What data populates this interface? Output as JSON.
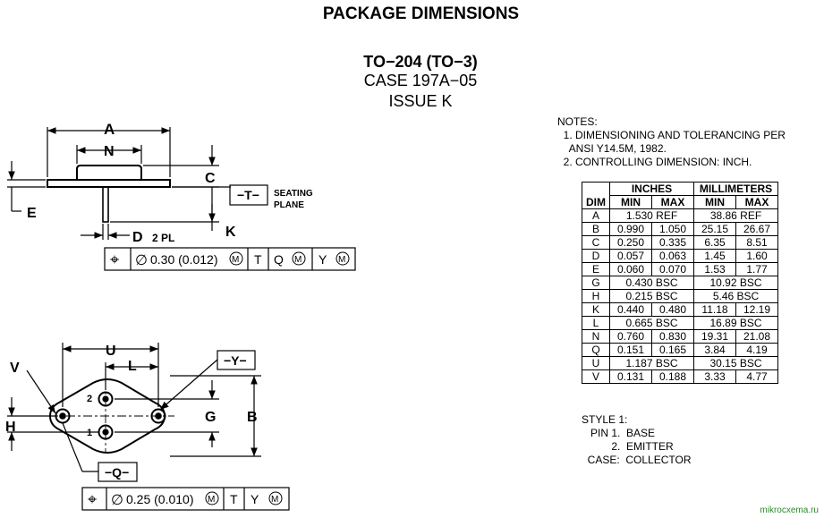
{
  "title": "PACKAGE DIMENSIONS",
  "package": {
    "name": "TO−204 (TO−3)",
    "case": "CASE 197A−05",
    "issue": "ISSUE K"
  },
  "notes": {
    "heading": "NOTES:",
    "items": [
      "1. DIMENSIONING AND TOLERANCING PER\n    ANSI Y14.5M, 1982.",
      "2. CONTROLLING DIMENSION: INCH."
    ]
  },
  "side_view": {
    "labels": {
      "A": "A",
      "N": "N",
      "C": "C",
      "E": "E",
      "K": "K",
      "D": "D",
      "D_note": "2 PL",
      "T_datum": "−T−",
      "seating": "SEATING",
      "plane": "PLANE"
    },
    "fcf": {
      "symbol": "⌖",
      "dia": "∅",
      "value": "0.30 (0.012)",
      "mod": "M",
      "datums": [
        "T",
        "Q",
        "Y"
      ],
      "datum_mods": [
        "",
        "M",
        "M"
      ]
    }
  },
  "top_view": {
    "labels": {
      "U": "U",
      "L": "L",
      "V": "V",
      "H": "H",
      "G": "G",
      "B": "B",
      "Y_datum": "−Y−",
      "Q_datum": "−Q−",
      "pin1": "1",
      "pin2": "2"
    },
    "fcf": {
      "symbol": "⌖",
      "dia": "∅",
      "value": "0.25 (0.010)",
      "mod": "M",
      "datums": [
        "T",
        "Y"
      ],
      "datum_mods": [
        "",
        "M"
      ]
    }
  },
  "table": {
    "headers": {
      "dim": "DIM",
      "inches": "INCHES",
      "mm": "MILLIMETERS",
      "min": "MIN",
      "max": "MAX"
    },
    "rows": [
      {
        "dim": "A",
        "in_min": "1.530 REF",
        "in_max": "",
        "mm_min": "38.86 REF",
        "mm_max": "",
        "merged": true
      },
      {
        "dim": "B",
        "in_min": "0.990",
        "in_max": "1.050",
        "mm_min": "25.15",
        "mm_max": "26.67",
        "merged": false
      },
      {
        "dim": "C",
        "in_min": "0.250",
        "in_max": "0.335",
        "mm_min": "6.35",
        "mm_max": "8.51",
        "merged": false
      },
      {
        "dim": "D",
        "in_min": "0.057",
        "in_max": "0.063",
        "mm_min": "1.45",
        "mm_max": "1.60",
        "merged": false
      },
      {
        "dim": "E",
        "in_min": "0.060",
        "in_max": "0.070",
        "mm_min": "1.53",
        "mm_max": "1.77",
        "merged": false
      },
      {
        "dim": "G",
        "in_min": "0.430 BSC",
        "in_max": "",
        "mm_min": "10.92 BSC",
        "mm_max": "",
        "merged": true
      },
      {
        "dim": "H",
        "in_min": "0.215 BSC",
        "in_max": "",
        "mm_min": "5.46 BSC",
        "mm_max": "",
        "merged": true
      },
      {
        "dim": "K",
        "in_min": "0.440",
        "in_max": "0.480",
        "mm_min": "11.18",
        "mm_max": "12.19",
        "merged": false
      },
      {
        "dim": "L",
        "in_min": "0.665 BSC",
        "in_max": "",
        "mm_min": "16.89 BSC",
        "mm_max": "",
        "merged": true
      },
      {
        "dim": "N",
        "in_min": "0.760",
        "in_max": "0.830",
        "mm_min": "19.31",
        "mm_max": "21.08",
        "merged": false
      },
      {
        "dim": "Q",
        "in_min": "0.151",
        "in_max": "0.165",
        "mm_min": "3.84",
        "mm_max": "4.19",
        "merged": false
      },
      {
        "dim": "U",
        "in_min": "1.187 BSC",
        "in_max": "",
        "mm_min": "30.15 BSC",
        "mm_max": "",
        "merged": true
      },
      {
        "dim": "V",
        "in_min": "0.131",
        "in_max": "0.188",
        "mm_min": "3.33",
        "mm_max": "4.77",
        "merged": false
      }
    ]
  },
  "style": "STYLE 1:\n   PIN 1.  BASE\n          2.  EMITTER\n  CASE:  COLLECTOR",
  "watermark": "mikrocxema.ru"
}
